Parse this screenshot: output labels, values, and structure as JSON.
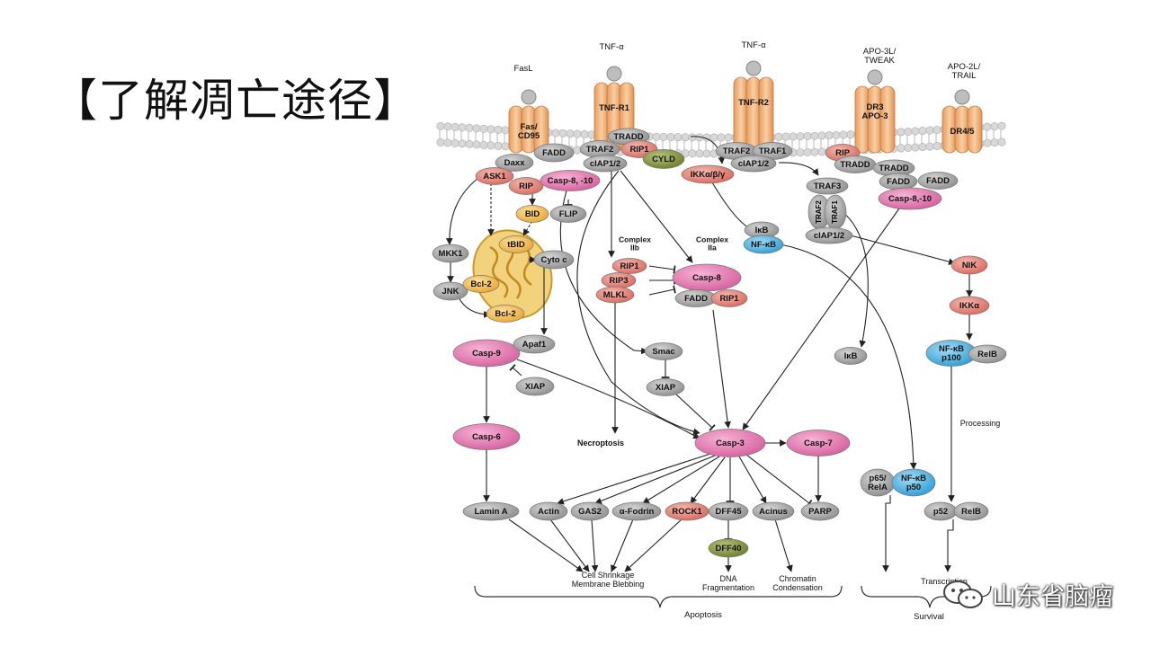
{
  "title": "【了解凋亡途径】",
  "watermark": {
    "text": "山东省脑瘤",
    "icon": "wechat-bubble-icon"
  },
  "colors": {
    "grey": "#a9a9a9",
    "red": "#e48a80",
    "pink": "#e37db2",
    "orange": "#f2bb4e",
    "blue": "#51b4e3",
    "olive": "#8a9a3f",
    "receptor": "#f0b07a",
    "membrane": "#d9d9d9"
  },
  "receptors": [
    {
      "id": "fas",
      "ligand": "FasL",
      "label": "Fas/\nCD95"
    },
    {
      "id": "tnfr1",
      "ligand": "TNF-α",
      "label": "TNF-R1"
    },
    {
      "id": "tnfr2",
      "ligand": "TNF-α",
      "label": "TNF-R2"
    },
    {
      "id": "dr3",
      "ligand": "APO-3L/\nTWEAK",
      "label": "DR3\nAPO-3"
    },
    {
      "id": "dr45",
      "ligand": "APO-2L/\nTRAIL",
      "label": "DR4/5"
    }
  ],
  "nodes": [
    {
      "id": "fadd1",
      "label": "FADD",
      "color": "grey"
    },
    {
      "id": "daxx",
      "label": "Daxx",
      "color": "grey"
    },
    {
      "id": "ask1",
      "label": "ASK1",
      "color": "red"
    },
    {
      "id": "rip_a",
      "label": "RIP",
      "color": "red"
    },
    {
      "id": "casp810a",
      "label": "Casp-8, -10",
      "color": "pink"
    },
    {
      "id": "bid",
      "label": "BID",
      "color": "orange"
    },
    {
      "id": "flip",
      "label": "FLIP",
      "color": "grey"
    },
    {
      "id": "tradd1",
      "label": "TRADD",
      "color": "grey"
    },
    {
      "id": "traf2a",
      "label": "TRAF2",
      "color": "grey"
    },
    {
      "id": "rip1a",
      "label": "RIP1",
      "color": "red"
    },
    {
      "id": "ciap12a",
      "label": "cIAP1/2",
      "color": "grey"
    },
    {
      "id": "cyld",
      "label": "CYLD",
      "color": "olive"
    },
    {
      "id": "ikk",
      "label": "IKKα/β/γ",
      "color": "red"
    },
    {
      "id": "traf2b",
      "label": "TRAF2",
      "color": "grey"
    },
    {
      "id": "traf1b",
      "label": "TRAF1",
      "color": "grey"
    },
    {
      "id": "ciap12b",
      "label": "cIAP1/2",
      "color": "grey"
    },
    {
      "id": "traf3",
      "label": "TRAF3",
      "color": "grey"
    },
    {
      "id": "traf2c",
      "label": "TRAF2",
      "color": "grey"
    },
    {
      "id": "traf1c",
      "label": "TRAF1",
      "color": "grey"
    },
    {
      "id": "ciap12c",
      "label": "cIAP1/2",
      "color": "grey"
    },
    {
      "id": "rip_b",
      "label": "RIP",
      "color": "red"
    },
    {
      "id": "tradd2",
      "label": "TRADD",
      "color": "grey"
    },
    {
      "id": "tradd3",
      "label": "TRADD",
      "color": "grey"
    },
    {
      "id": "fadd2",
      "label": "FADD",
      "color": "grey"
    },
    {
      "id": "fadd3",
      "label": "FADD",
      "color": "grey"
    },
    {
      "id": "casp810b",
      "label": "Casp-8,-10",
      "color": "pink"
    },
    {
      "id": "ikb1",
      "label": "IκB",
      "color": "grey"
    },
    {
      "id": "nfkb1",
      "label": "NF-κB",
      "color": "blue"
    },
    {
      "id": "nik",
      "label": "NIK",
      "color": "red"
    },
    {
      "id": "ikka",
      "label": "IKKα",
      "color": "red"
    },
    {
      "id": "nfkbp100",
      "label": "NF-κB\np100",
      "color": "blue"
    },
    {
      "id": "relb1",
      "label": "RelB",
      "color": "grey"
    },
    {
      "id": "ikb2",
      "label": "IκB",
      "color": "grey"
    },
    {
      "id": "mkk1",
      "label": "MKK1",
      "color": "grey"
    },
    {
      "id": "jnk",
      "label": "JNK",
      "color": "grey"
    },
    {
      "id": "tbid",
      "label": "tBID",
      "color": "orange"
    },
    {
      "id": "bcl2a",
      "label": "Bcl-2",
      "color": "orange"
    },
    {
      "id": "bcl2b",
      "label": "Bcl-2",
      "color": "orange"
    },
    {
      "id": "cytoc",
      "label": "Cyto c",
      "color": "grey"
    },
    {
      "id": "rip1b",
      "label": "RIP1",
      "color": "red"
    },
    {
      "id": "rip3",
      "label": "RIP3",
      "color": "red"
    },
    {
      "id": "mlkl",
      "label": "MLKL",
      "color": "red"
    },
    {
      "id": "casp8",
      "label": "Casp-8",
      "color": "pink"
    },
    {
      "id": "fadd4",
      "label": "FADD",
      "color": "grey"
    },
    {
      "id": "rip1c",
      "label": "RIP1",
      "color": "red"
    },
    {
      "id": "casp9",
      "label": "Casp-9",
      "color": "pink"
    },
    {
      "id": "apaf1",
      "label": "Apaf1",
      "color": "grey"
    },
    {
      "id": "xiap1",
      "label": "XIAP",
      "color": "grey"
    },
    {
      "id": "smac",
      "label": "Smac",
      "color": "grey"
    },
    {
      "id": "xiap2",
      "label": "XIAP",
      "color": "grey"
    },
    {
      "id": "casp6",
      "label": "Casp-6",
      "color": "pink"
    },
    {
      "id": "casp3",
      "label": "Casp-3",
      "color": "pink"
    },
    {
      "id": "casp7",
      "label": "Casp-7",
      "color": "pink"
    },
    {
      "id": "p65",
      "label": "p65/\nRelA",
      "color": "grey"
    },
    {
      "id": "nfkbp50",
      "label": "NF-κB\np50",
      "color": "blue"
    },
    {
      "id": "laminA",
      "label": "Lamin A",
      "color": "grey"
    },
    {
      "id": "actin",
      "label": "Actin",
      "color": "grey"
    },
    {
      "id": "gas2",
      "label": "GAS2",
      "color": "grey"
    },
    {
      "id": "fodrin",
      "label": "α-Fodrin",
      "color": "grey"
    },
    {
      "id": "rock1",
      "label": "ROCK1",
      "color": "red"
    },
    {
      "id": "dff45",
      "label": "DFF45",
      "color": "grey"
    },
    {
      "id": "acinus",
      "label": "Acinus",
      "color": "grey"
    },
    {
      "id": "parp",
      "label": "PARP",
      "color": "grey"
    },
    {
      "id": "dff40",
      "label": "DFF40",
      "color": "olive"
    },
    {
      "id": "p52",
      "label": "p52",
      "color": "grey"
    },
    {
      "id": "relb2",
      "label": "RelB",
      "color": "grey"
    }
  ],
  "labels": [
    {
      "id": "complex2b",
      "text": "Complex\nIIb"
    },
    {
      "id": "complex2a",
      "text": "Complex\nIIa"
    },
    {
      "id": "necroptosis",
      "text": "Necroptosis"
    },
    {
      "id": "processing",
      "text": "Processing"
    },
    {
      "id": "shrinkage",
      "text": "Cell Shrinkage\nMembrane Blebbing"
    },
    {
      "id": "dnafrag",
      "text": "DNA\nFragmentation"
    },
    {
      "id": "chromatin",
      "text": "Chromatin\nCondensation"
    },
    {
      "id": "transcription",
      "text": "Transcription"
    },
    {
      "id": "apoptosis",
      "text": "Apoptosis"
    },
    {
      "id": "survival",
      "text": "Survival"
    }
  ]
}
